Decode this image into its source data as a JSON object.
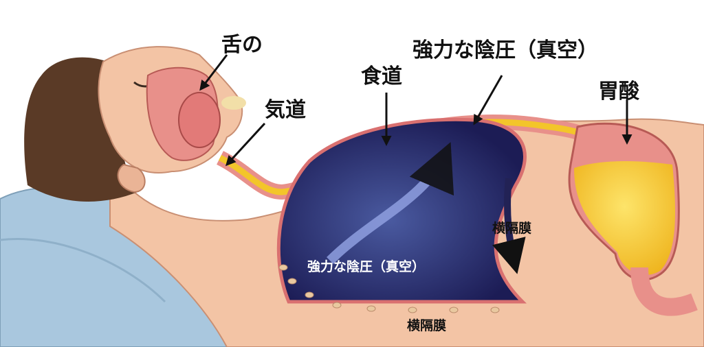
{
  "labels": {
    "tongue": "舌の",
    "airway": "気道",
    "esophagus": "食道",
    "negative_pressure_top": "強力な陰圧（真空）",
    "stomach_acid": "胃酸",
    "diaphragm_mid": "横隔膜",
    "negative_pressure_chest": "強力な陰圧（真空）",
    "diaphragm_bottom": "横隔膜"
  },
  "colors": {
    "skin": "#f3c4a5",
    "tissue": "#e8908a",
    "chest_cavity": "#2a2a6a",
    "acid": "#f3c52a",
    "pillow": "#a9c7de",
    "hair": "#5a3a26"
  }
}
